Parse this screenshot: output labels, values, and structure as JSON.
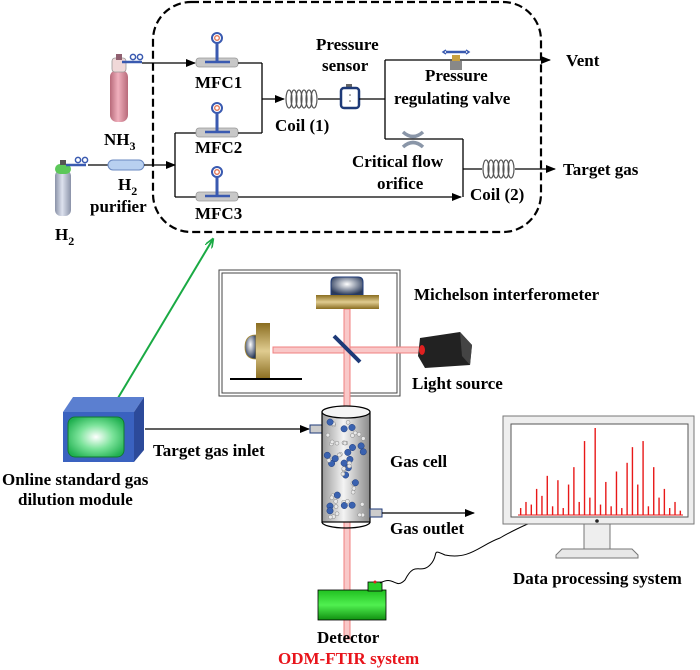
{
  "diagram": {
    "gases": {
      "nh3": {
        "label": "NH",
        "sub": "3",
        "cylinder_color": "#d98a9a"
      },
      "h2": {
        "label": "H",
        "sub": "2",
        "cylinder_color": "#b8c0d4",
        "cap_color": "#5cc85a"
      }
    },
    "purifier": {
      "line1_main": "H",
      "line1_sub": "2",
      "line2": "purifier"
    },
    "mfcs": [
      "MFC1",
      "MFC2",
      "MFC3"
    ],
    "coil1": "Coil (1)",
    "coil2": "Coil (2)",
    "pressure_sensor": [
      "Pressure",
      "sensor"
    ],
    "pressure_valve": [
      "Pressure",
      "regulating valve"
    ],
    "critical_orifice": [
      "Critical flow",
      "orifice"
    ],
    "vent": "Vent",
    "target_gas": "Target gas",
    "michelson": "Michelson interferometer",
    "light_source": "Light source",
    "dilution_module": [
      "Online standard gas",
      "dilution module"
    ],
    "target_gas_inlet": "Target gas inlet",
    "gas_cell": "Gas cell",
    "gas_outlet": "Gas outlet",
    "detector": "Detector",
    "system_name": "ODM-FTIR system",
    "data_processing": "Data processing system",
    "colors": {
      "beam": "#f08080",
      "detector": "#2ad02a",
      "module_box": "#3a62c0",
      "module_screen": "#3ccf6a",
      "arrow_green": "#1aaa44",
      "mirror": "#a88a30",
      "spectrum": "#e81818",
      "system_label": "#e8141b"
    }
  },
  "chart_data": {
    "type": "line",
    "title": "",
    "description": "Decorative FTIR absorbance spectrum shown on monitor (relative intensities, no axes)",
    "x": [
      0,
      1,
      2,
      3,
      4,
      5,
      6,
      7,
      8,
      9,
      10,
      11,
      12,
      13,
      14,
      15,
      16,
      17,
      18,
      19,
      20,
      21,
      22,
      23,
      24,
      25,
      26,
      27,
      28,
      29,
      30
    ],
    "values": [
      0.08,
      0.15,
      0.12,
      0.3,
      0.22,
      0.45,
      0.1,
      0.4,
      0.08,
      0.35,
      0.55,
      0.15,
      0.85,
      0.2,
      1.0,
      0.12,
      0.38,
      0.1,
      0.5,
      0.08,
      0.6,
      0.78,
      0.35,
      0.85,
      0.1,
      0.55,
      0.2,
      0.3,
      0.08,
      0.15,
      0.05
    ],
    "xlabel": "",
    "ylabel": ""
  }
}
